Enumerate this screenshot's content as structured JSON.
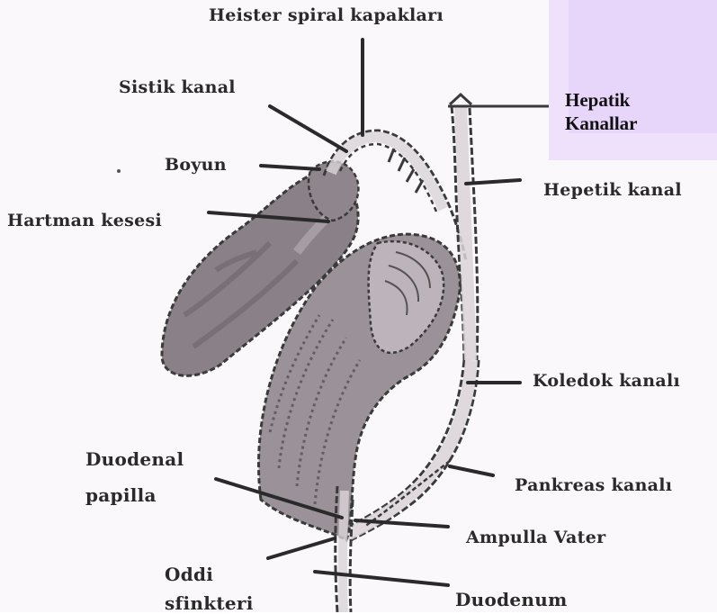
{
  "labels": {
    "heister": "Heister spiral kapakları",
    "sistik": "Sistik kanal",
    "boyun": "Boyun",
    "hartman": "Hartman kesesi",
    "hepetik": "Hepetik kanal",
    "koledok": "Koledok kanalı",
    "duodenal_1": "Duodenal",
    "duodenal_2": "papilla",
    "pankreas": "Pankreas kanalı",
    "ampulla": "Ampulla Vater",
    "oddi_1": "Oddi",
    "oddi_2": "sfinkteri",
    "duodenum": "Duodenum"
  },
  "hepatik_box": {
    "line1": "Hepatik",
    "line2": "Kanallar"
  },
  "colors": {
    "paper": "#fbf8fb",
    "ink": "#2a2a2a",
    "gallbladder_fill": "#8a8088",
    "duct_fill": "#d9d3d8",
    "duodenum_fill": "#9a9298",
    "highlight_box": "#efe1fb"
  }
}
